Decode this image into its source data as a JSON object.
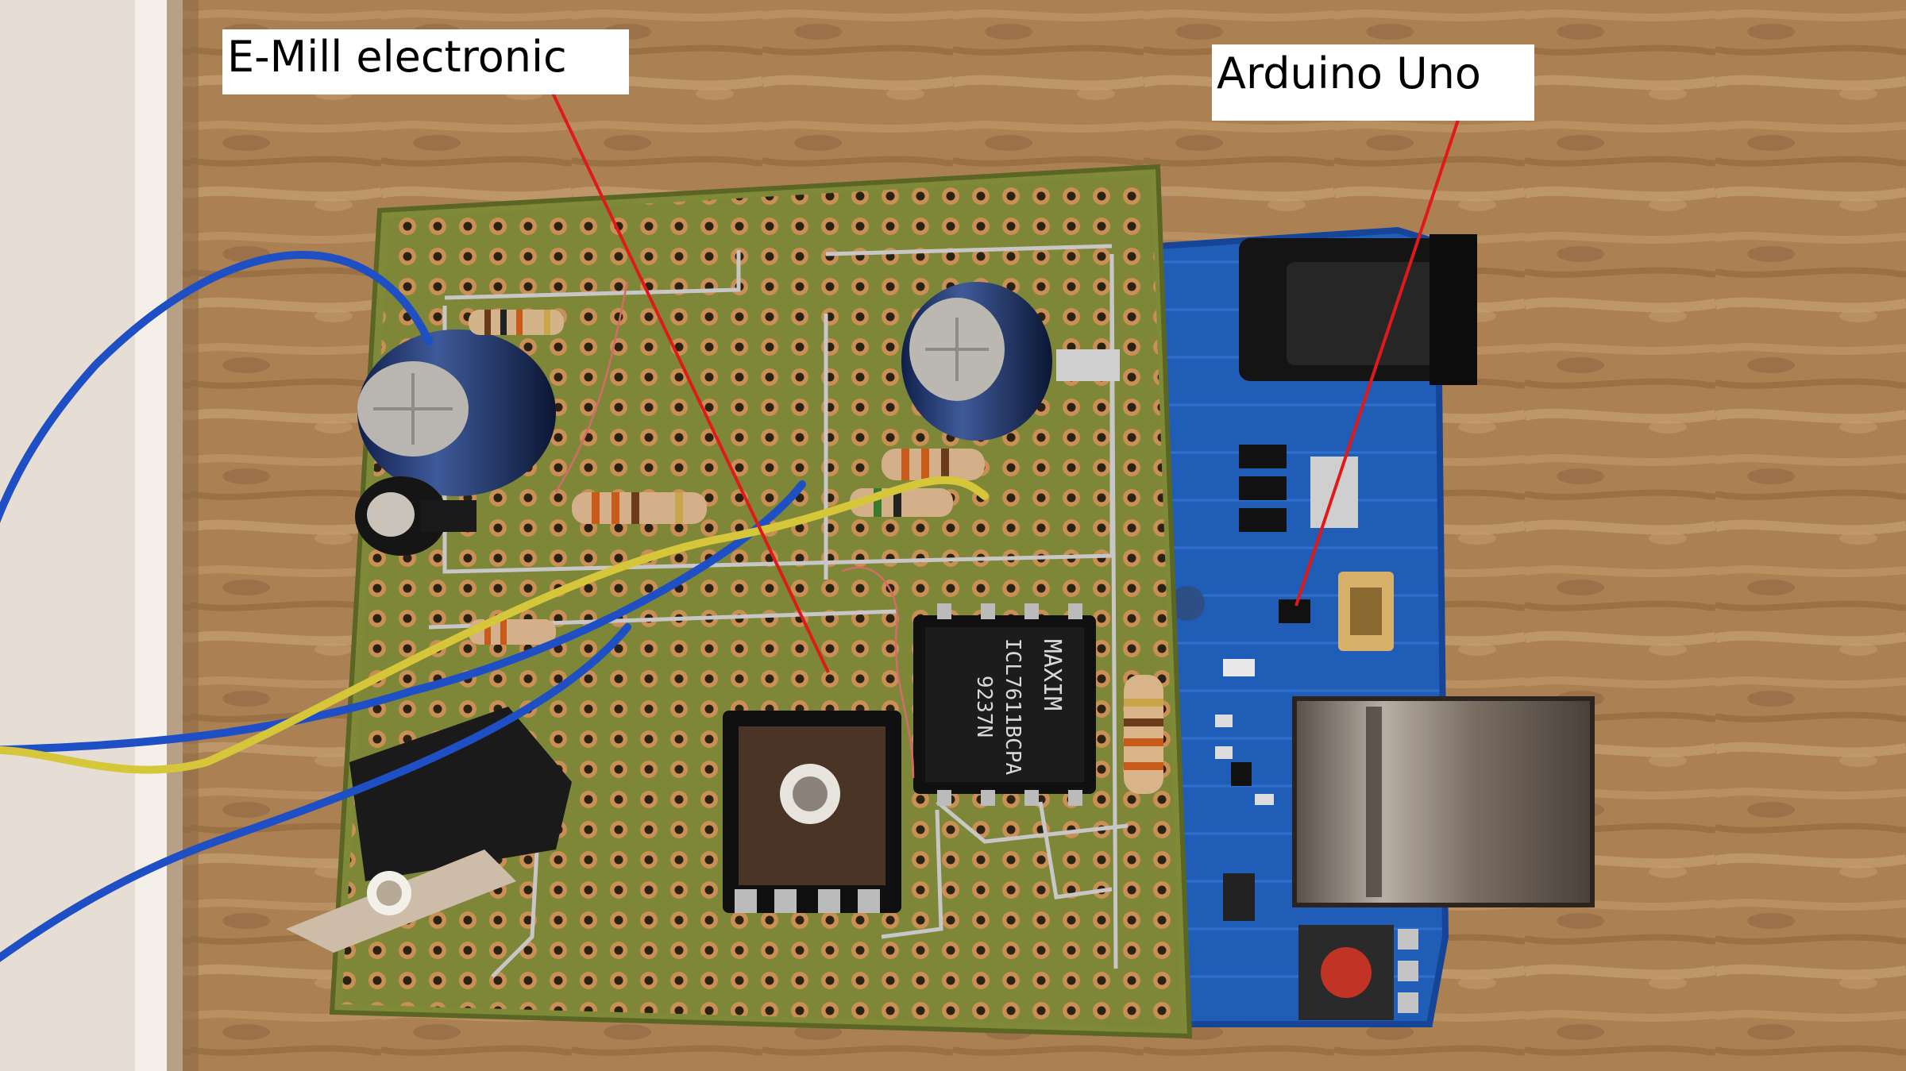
{
  "labels": {
    "emill": "E-Mill electronic",
    "arduino": "Arduino Uno"
  },
  "chip": {
    "brand": "MAXIM",
    "part": "ICL7611BCPA",
    "code": "9237N"
  },
  "colors": {
    "wood": "#a97f52",
    "pcb": "#7e8a38",
    "arduino_board": "#1f5db7",
    "callout_line": "#e01919",
    "wire_blue": "#1f4fc4",
    "wire_yellow": "#d6c63a"
  }
}
